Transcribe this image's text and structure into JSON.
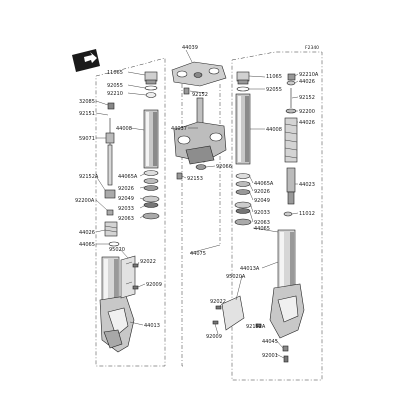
{
  "diagram": {
    "ref_code": "F2340",
    "labels": {
      "p44039": "44039",
      "p11065_l": "11065",
      "p92055_l": "92055",
      "p92210_l": "92210",
      "p32085": "32085",
      "p92151": "92151",
      "p44008_l": "44008",
      "p59071": "59071",
      "p92152_c": "92152",
      "p44037": "44037",
      "p92066": "92066",
      "p92153_c": "92153",
      "p92152A_l": "92152A",
      "p92200A": "92200A",
      "p44065A_l": "44065A",
      "p92026_l": "92026",
      "p92049_l": "92049",
      "p92033_l": "92033",
      "p92063_l": "92063",
      "p44026_l": "44026",
      "p44065_l": "44065",
      "p95020": "95020",
      "p92022_l": "92022",
      "p92009_l": "92009",
      "p44013_l": "44013",
      "p44075": "44075",
      "p11065_r": "11065",
      "p92055_r": "92055",
      "p92210A": "92210A",
      "p44026_r1": "44026",
      "p92152_r": "92152",
      "p92200": "92200",
      "p44026_r2": "44026",
      "p44008_r": "44008",
      "p44023": "44023",
      "p44065A_r": "44065A",
      "p92026_r": "92026",
      "p92049_r": "92049",
      "p92033_r": "92033",
      "p92063_r": "92063",
      "p11012": "11012",
      "p44065_r": "44065",
      "p44013A": "44013A",
      "p95020A": "95020A",
      "p92022_r": "92022",
      "p92152A_r": "92152A",
      "p92009_r": "92009",
      "p44045": "44045",
      "p92001": "92001"
    }
  }
}
